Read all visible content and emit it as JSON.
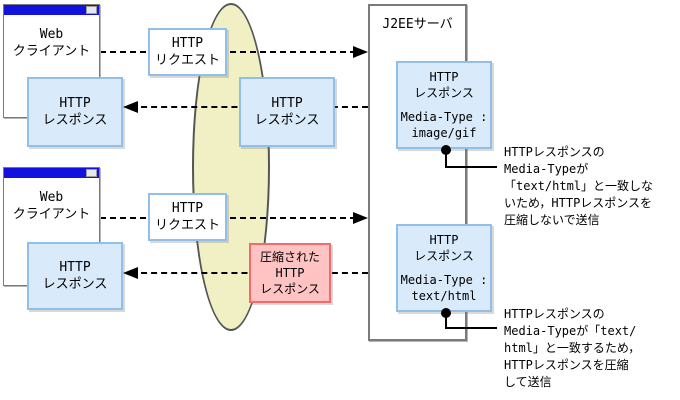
{
  "colors": {
    "box_blue_fill": "#d9eafb",
    "box_blue_border": "#92bfe9",
    "box_pink_fill": "#ffc3c3",
    "box_pink_border": "#f26a6a",
    "ellipse_fill": "#f0f0c4",
    "ellipse_border": "#555555",
    "titlebar_blue": "#1212dd"
  },
  "server": {
    "title": "J2EEサーバ"
  },
  "clients": {
    "top": {
      "label": "Web\nクライアント"
    },
    "bottom": {
      "label": "Web\nクライアント"
    }
  },
  "flow_boxes": {
    "request_top": "HTTP\nリクエスト",
    "request_bottom": "HTTP\nリクエスト",
    "response_client_top": "HTTP\nレスポンス",
    "response_client_bottom": "HTTP\nレスポンス",
    "response_middle": "HTTP\nレスポンス",
    "response_compressed": "圧縮された\nHTTP\nレスポンス"
  },
  "server_responses": {
    "top": {
      "title": "HTTP\nレスポンス",
      "media_type": "Media-Type :\nimage/gif"
    },
    "bottom": {
      "title": "HTTP\nレスポンス",
      "media_type": "Media-Type :\ntext/html"
    }
  },
  "annotations": {
    "top": "HTTPレスポンスの\nMedia-Typeが\n「text/html」と一致しな\nいため，HTTPレスポンスを\n圧縮しないで送信",
    "bottom": "HTTPレスポンスの\nMedia-Typeが「text/\nhtml」と一致するため，\nHTTPレスポンスを圧縮\nして送信"
  }
}
